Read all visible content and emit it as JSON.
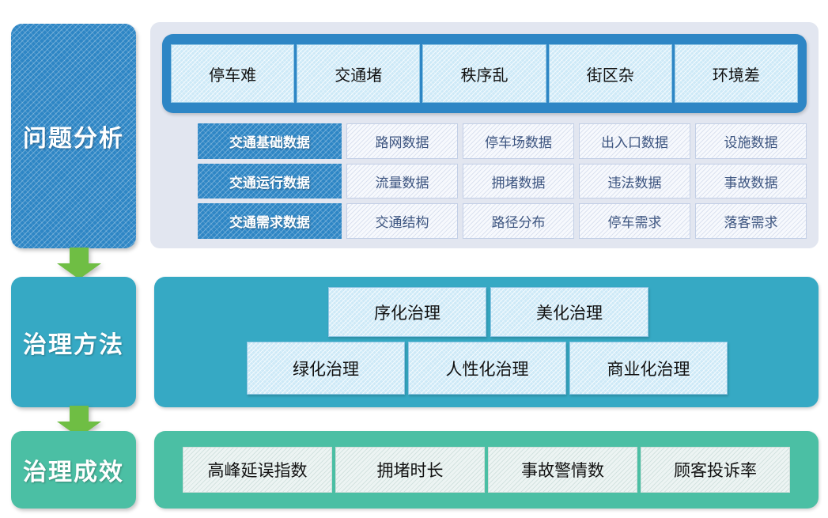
{
  "rail": {
    "items": [
      {
        "key": "problem",
        "label": "问题分析"
      },
      {
        "key": "method",
        "label": "治理方法"
      },
      {
        "key": "effect",
        "label": "治理成效"
      }
    ]
  },
  "arrows": [
    {
      "name": "arrow-down-icon",
      "color": "#6FBE44"
    },
    {
      "name": "arrow-down-icon",
      "color": "#6FBE44"
    }
  ],
  "problem": {
    "issues": [
      "停车难",
      "交通堵",
      "秩序乱",
      "街区杂",
      "环境差"
    ],
    "data_rows": [
      {
        "head": "交通基础数据",
        "items": [
          "路网数据",
          "停车场数据",
          "出入口数据",
          "设施数据"
        ]
      },
      {
        "head": "交通运行数据",
        "items": [
          "流量数据",
          "拥堵数据",
          "违法数据",
          "事故数据"
        ]
      },
      {
        "head": "交通需求数据",
        "items": [
          "交通结构",
          "路径分布",
          "停车需求",
          "落客需求"
        ]
      }
    ]
  },
  "method": {
    "items": [
      "序化治理",
      "美化治理",
      "绿化治理",
      "人性化治理",
      "商业化治理"
    ]
  },
  "effect": {
    "items": [
      "高峰延误指数",
      "拥堵时长",
      "事故警情数",
      "顾客投诉率"
    ]
  },
  "colors": {
    "blue": "#2E86C5",
    "light_blue": "#CDE9F7",
    "teal": "#36A9C4",
    "green": "#4BBFA4",
    "arrow_green": "#6FBE44",
    "panel_lavender": "#E2E6F0",
    "text_navy": "#3D5580"
  }
}
